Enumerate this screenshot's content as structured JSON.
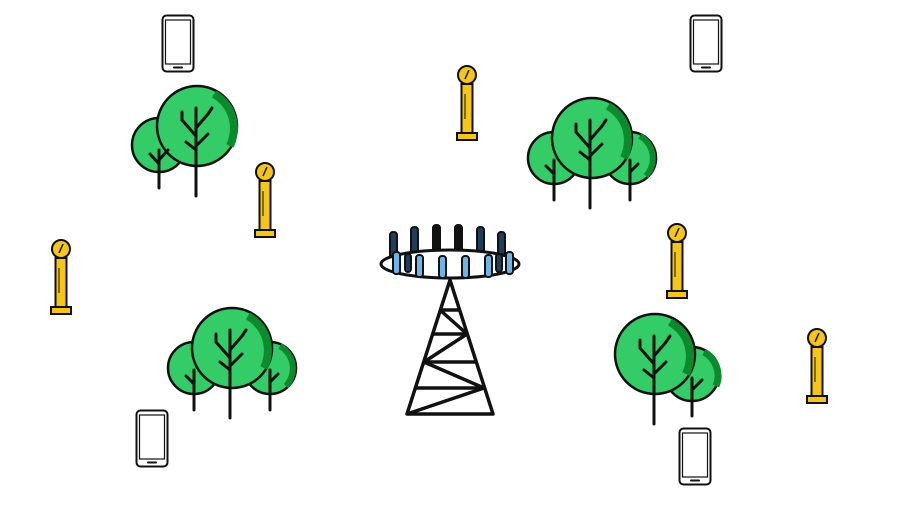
{
  "colors": {
    "background": "#ffffff",
    "outline": "#111111",
    "tree_light": "#33cc66",
    "tree_dark": "#0e8a2e",
    "reflector_gold": "#f5c518",
    "antenna_light": "#6fb4e8",
    "antenna_dark": "#1f3d5c",
    "phone_body": "#ffffff"
  },
  "icons": {
    "phone": "smartphone-icon",
    "tree": "tree-cluster-icon",
    "reflector": "reflector-post-icon",
    "tower": "cell-tower-icon"
  },
  "element_counts": {
    "smartphones": 4,
    "tree_clusters": 4,
    "reflector_posts": 5,
    "base_station_towers": 1,
    "antenna_elements": 14
  }
}
